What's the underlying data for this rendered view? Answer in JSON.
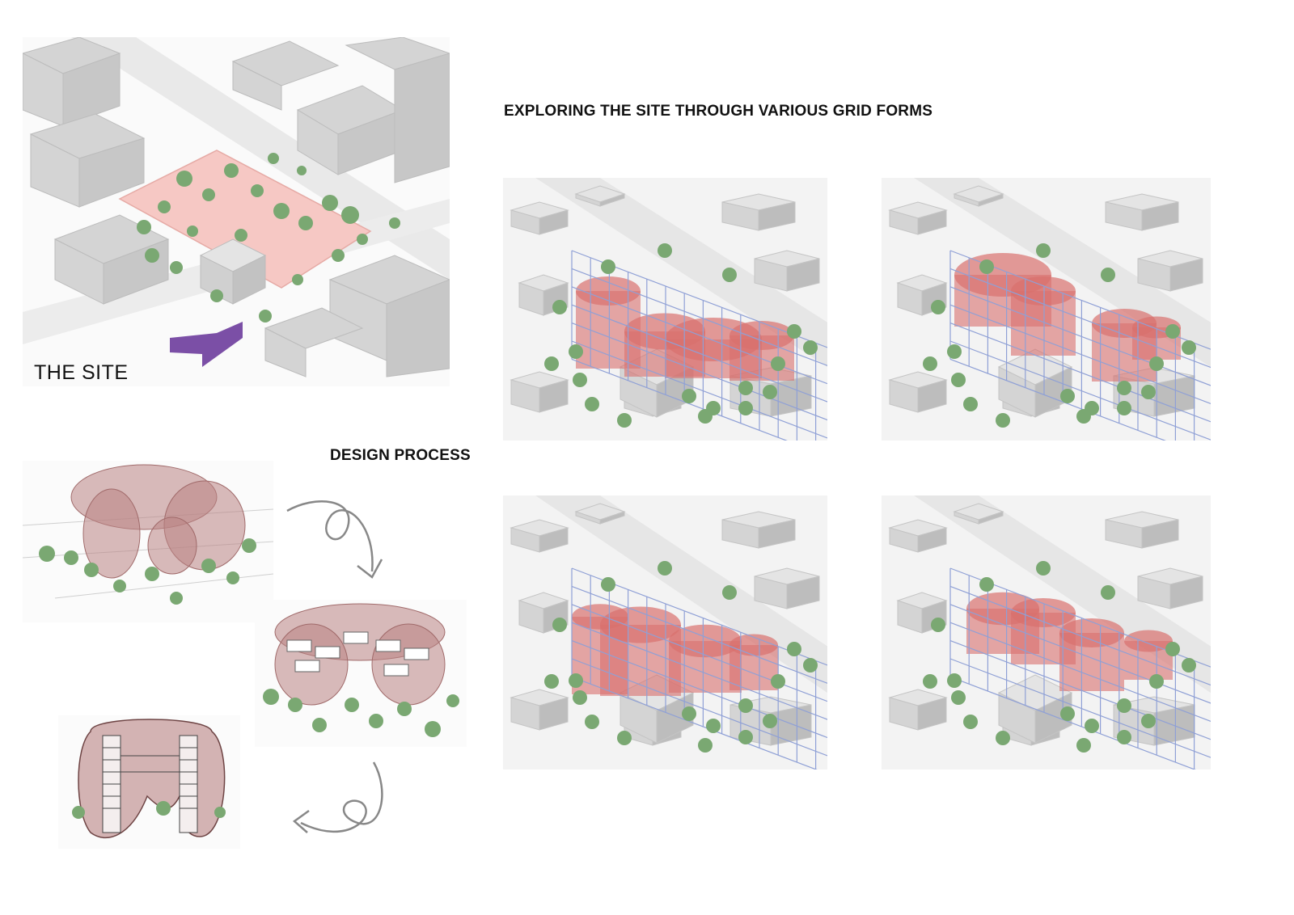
{
  "labels": {
    "site_title": "THE SITE",
    "design_process": "DESIGN PROCESS",
    "exploring_title": "EXPLORING THE SITE THROUGH VARIOUS GRID FORMS"
  },
  "colors": {
    "building": "#d4d4d4",
    "building_top": "#e4e4e4",
    "building_side": "#bdbdbd",
    "site_plot": "#f6c8c4",
    "tree": "#7aa872",
    "tree_dark": "#5f8f58",
    "grid_frame": "#8fa0d6",
    "volume": "#d9706e",
    "design_volume": "#b98484",
    "entry_arrow": "#7b4fa6",
    "process_arrow": "#888888"
  },
  "icons": {
    "site_entry": "entry-arrow-icon",
    "process_flow": "curved-arrow-icon"
  }
}
